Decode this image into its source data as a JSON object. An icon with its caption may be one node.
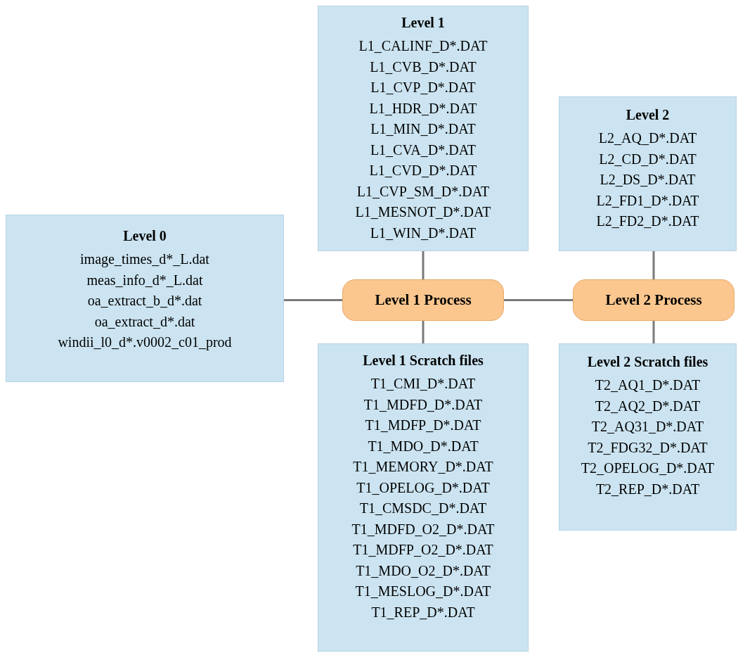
{
  "diagram": {
    "nodes": [
      {
        "text": [
          "Level 0",
          "image_times_d*_L.dat",
          "meas_info_d*_L.dat",
          "oa_extract_b_d*.dat",
          "oa_extract_d*.dat",
          "windii_l0_d*.v0002_c01_prod"
        ]
      },
      {
        "text": [
          "Level 1",
          "L1_CALINF_D*.DAT",
          "L1_CVB_D*.DAT",
          "L1_CVP_D*.DAT",
          "L1_HDR_D*.DAT",
          "L1_MIN_D*.DAT",
          "L1_CVA_D*.DAT",
          "L1_CVD_D*.DAT",
          "L1_CVP_SM_D*.DAT",
          "L1_MESNOT_D*.DAT",
          "L1_WIN_D*.DAT"
        ]
      },
      {
        "text": [
          "Level 1 Process"
        ]
      },
      {
        "text": [
          "Level 1 Scratch files",
          "T1_CMI_D*.DAT",
          "T1_MDFD_D*.DAT",
          "T1_MDFP_D*.DAT",
          "T1_MDO_D*.DAT",
          "T1_MEMORY_D*.DAT",
          "T1_OPELOG_D*.DAT",
          "T1_CMSDC_D*.DAT",
          "T1_MDFD_O2_D*.DAT",
          "T1_MDFP_O2_D*.DAT",
          "T1_MDO_O2_D*.DAT",
          "T1_MESLOG_D*.DAT",
          "T1_REP_D*.DAT"
        ]
      },
      {
        "text": [
          "Level 2",
          "L2_AQ_D*.DAT",
          "L2_CD_D*.DAT",
          "L2_DS_D*.DAT",
          "L2_FD1_D*.DAT",
          "L2_FD2_D*.DAT"
        ]
      },
      {
        "text": [
          "Level 2 Process"
        ]
      },
      {
        "text": [
          "Level 2 Scratch files",
          "T2_AQ1_D*.DAT",
          "T2_AQ2_D*.DAT",
          "T2_AQ31_D*.DAT",
          "T2_FDG32_D*.DAT",
          "T2_OPELOG_D*.DAT",
          "T2_REP_D*.DAT"
        ]
      }
    ],
    "edges": [
      {
        "from": 0,
        "to": 2,
        "arrow": "none"
      },
      {
        "from": 1,
        "to": 2,
        "arrow": "none"
      },
      {
        "from": 2,
        "to": 3,
        "arrow": "none"
      },
      {
        "from": 2,
        "to": 5,
        "arrow": "none"
      },
      {
        "from": 4,
        "to": 5,
        "arrow": "none"
      },
      {
        "from": 5,
        "to": 6,
        "arrow": "none"
      }
    ]
  }
}
